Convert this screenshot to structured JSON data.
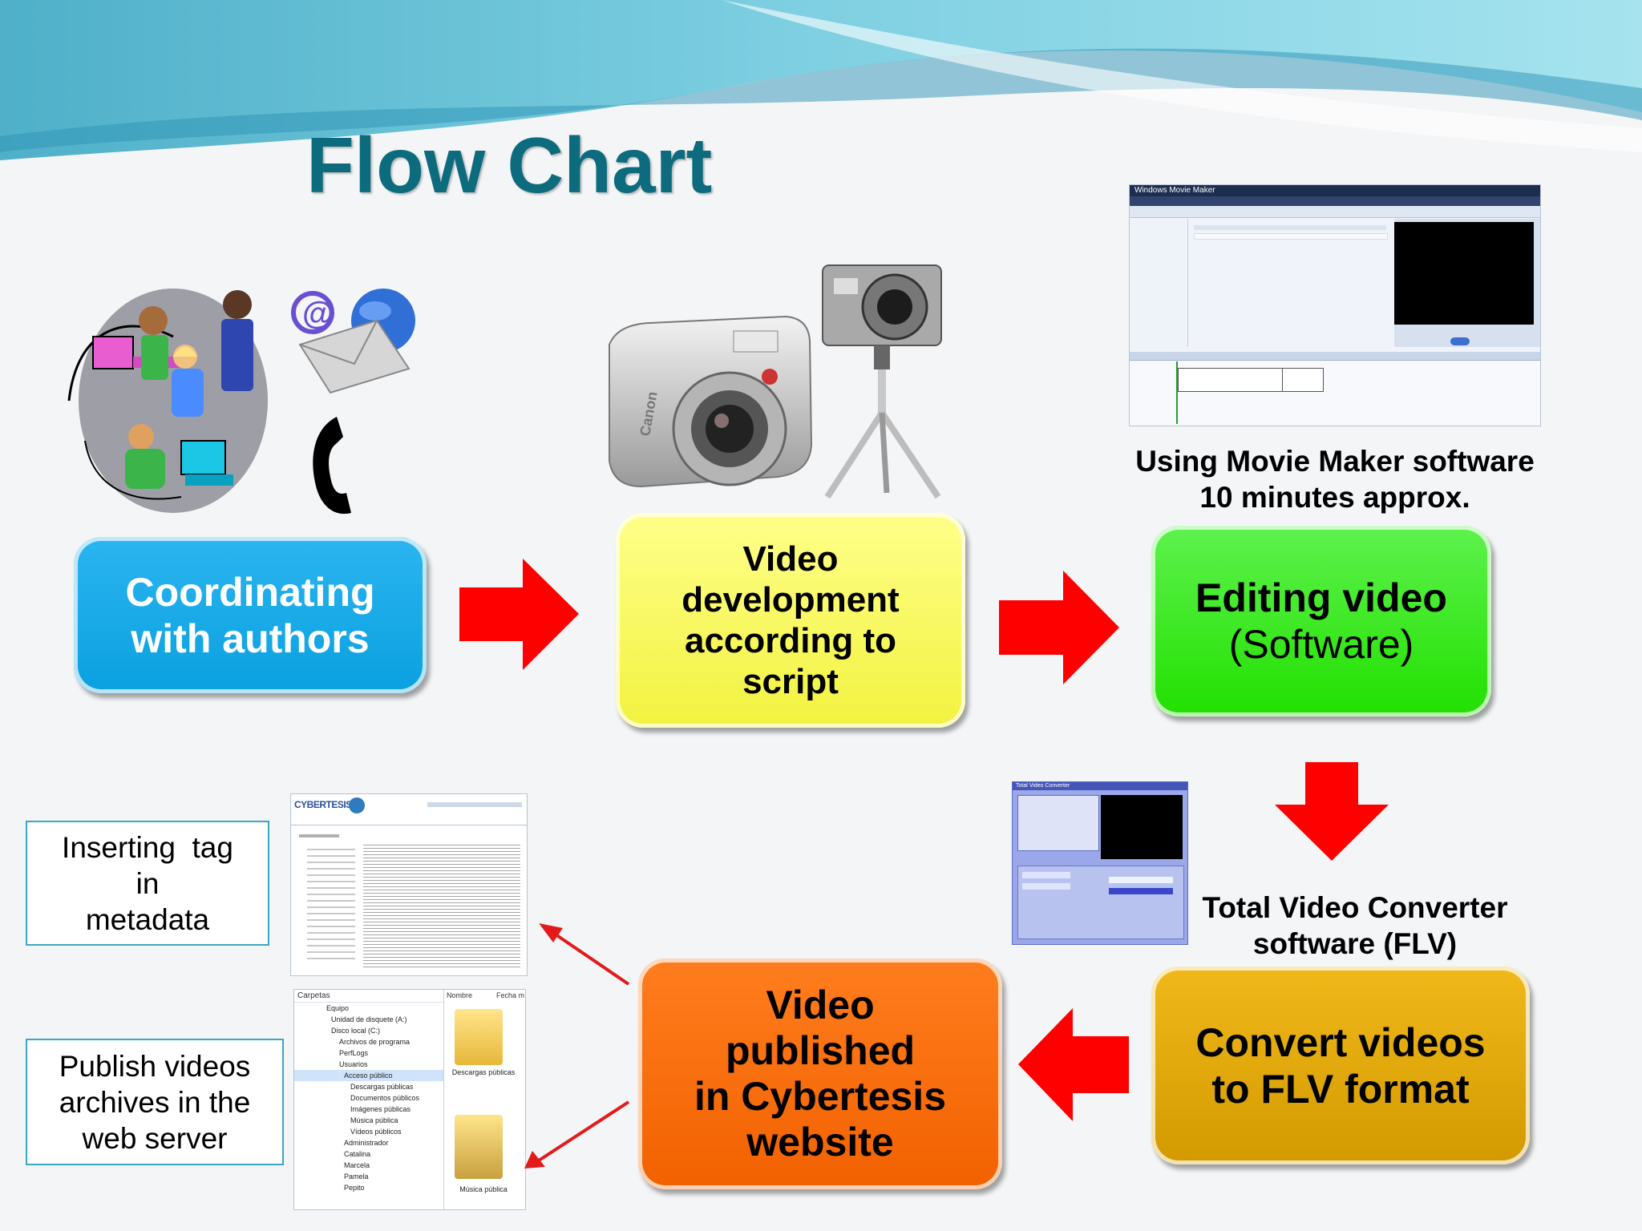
{
  "title": "Flow Chart",
  "steps": {
    "coordinating": [
      "Coordinating",
      "with authors"
    ],
    "video_dev": [
      "Video",
      "development",
      "according to",
      "script"
    ],
    "editing": {
      "line1": "Editing video",
      "line2": "(Software)"
    },
    "convert": [
      "Convert videos",
      "to FLV format"
    ],
    "published": [
      "Video",
      "published",
      "in Cybertesis",
      "website"
    ]
  },
  "captions": {
    "movie_maker": [
      "Using Movie Maker software",
      "10 minutes approx."
    ],
    "converter": [
      "Total Video Converter",
      "software (FLV)"
    ]
  },
  "notes": {
    "metadata": [
      "Inserting  tag",
      "in",
      "metadata"
    ],
    "publish": [
      "Publish videos",
      "archives in the",
      "web server"
    ]
  },
  "screenshots": {
    "movie_maker": {
      "window_title": "Windows Movie Maker"
    },
    "converter": {
      "window_title": "Total Video Converter"
    },
    "cybertesis": {
      "logo": "CYBERTESIS"
    },
    "explorer": {
      "tree_header": "Carpetas",
      "tree": [
        "Equipo",
        "Unidad de disquete (A:)",
        "Disco local (C:)",
        "Archivos de programa",
        "PerfLogs",
        "Usuarios",
        "Acceso público",
        "Descargas públicas",
        "Documentos públicos",
        "Imágenes públicas",
        "Música pública",
        "Vídeos públicos",
        "Administrador",
        "Catalina",
        "Marcela",
        "Pamela",
        "Pepito"
      ],
      "columns": [
        "Nombre",
        "Fecha m"
      ],
      "folders": [
        "Descargas públicas",
        "Música pública"
      ]
    }
  },
  "colors": {
    "title": "#0d6b7e",
    "coordinating": "#0aa0e0",
    "video_dev": "#f2f240",
    "editing": "#22e000",
    "convert": "#d39a00",
    "published": "#f26100",
    "arrow": "#ff0000"
  }
}
